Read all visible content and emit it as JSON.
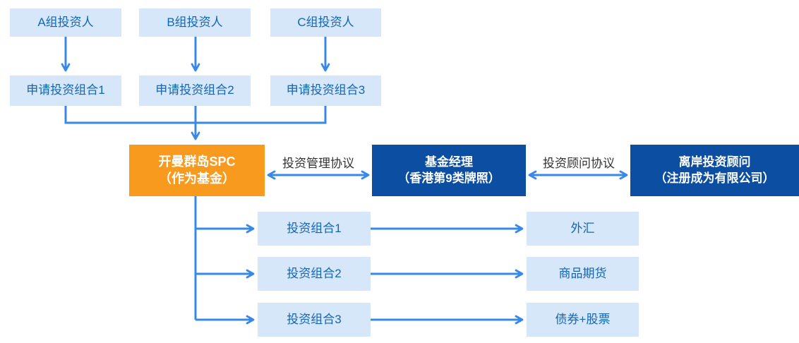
{
  "diagram": {
    "nodes": {
      "investor_a": "A组投资人",
      "investor_b": "B组投资人",
      "investor_c": "C组投资人",
      "apply_1": "申请投资组合1",
      "apply_2": "申请投资组合2",
      "apply_3": "申请投资组合3",
      "spc": {
        "line1": "开曼群岛SPC",
        "line2": "（作为基金）"
      },
      "manager": {
        "line1": "基金经理",
        "line2": "（香港第9类牌照）"
      },
      "advisor": {
        "line1": "离岸投资顾问",
        "line2": "（注册成为有限公司）"
      },
      "portfolio_1": "投资组合1",
      "portfolio_2": "投资组合2",
      "portfolio_3": "投资组合3",
      "target_1": "外汇",
      "target_2": "商品期货",
      "target_3": "债券+股票"
    },
    "edge_labels": {
      "management_agreement": "投资管理协议",
      "advisory_agreement": "投资顾问协议"
    },
    "colors": {
      "light_box_bg": "#D5E7F9",
      "light_box_text": "#1565B5",
      "orange_box_bg": "#F89A1E",
      "dark_box_bg": "#0B4EA2",
      "box_text_on_color": "#FFFFFF",
      "arrow": "#3888E6",
      "edge_label_text": "#333333"
    }
  }
}
